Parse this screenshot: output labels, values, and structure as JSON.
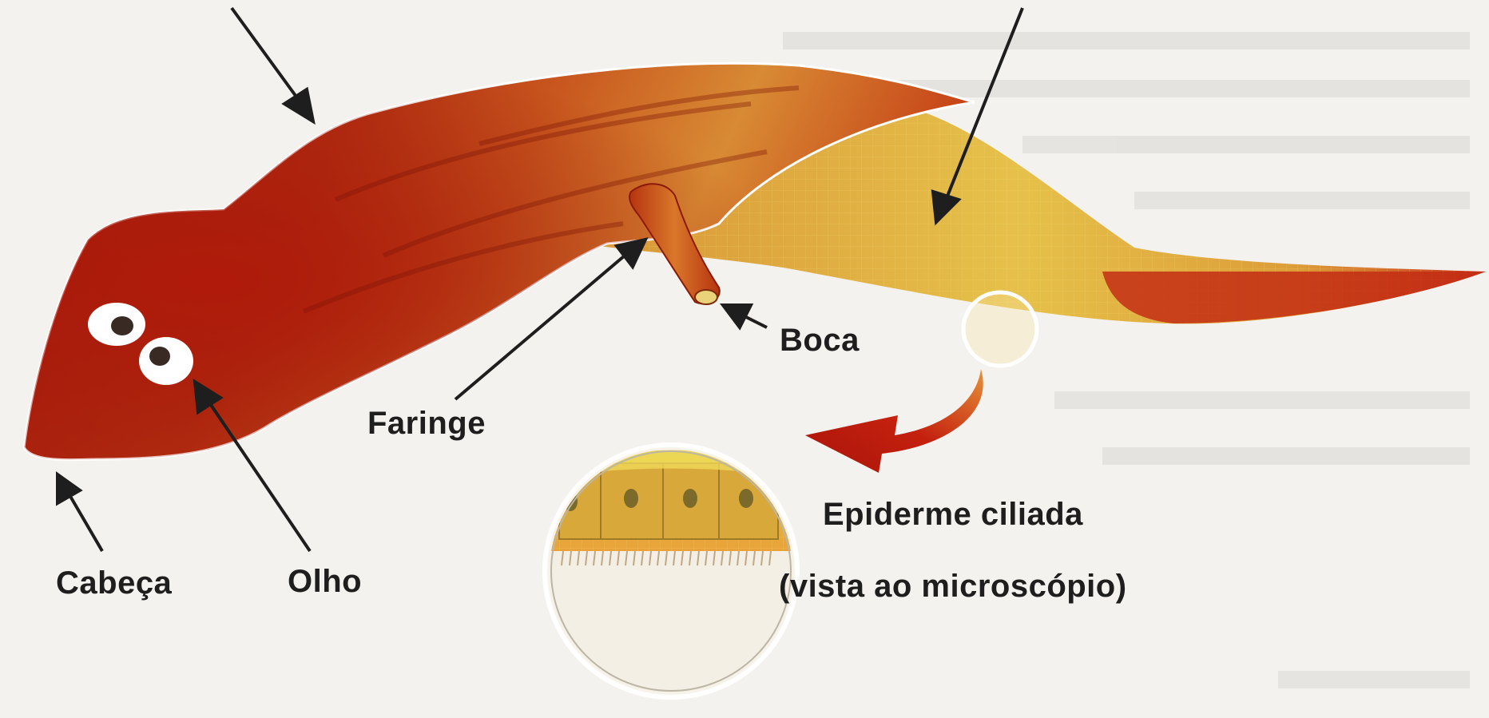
{
  "labels": {
    "cabeca": "Cabeça",
    "olho": "Olho",
    "faringe": "Faringe",
    "boca": "Boca",
    "epiderme": "Epiderme ciliada",
    "microscopio": "(vista ao microscópio)"
  },
  "colors": {
    "body_dark": "#9c1a0a",
    "body_mid": "#c8461c",
    "body_light": "#e0a040",
    "ventral_yellow": "#e6c64a",
    "cell_yellow": "#e8cf48",
    "arrow_red": "#b8180c",
    "label_text": "#1e1e1e",
    "background": "#f3f2ee"
  }
}
